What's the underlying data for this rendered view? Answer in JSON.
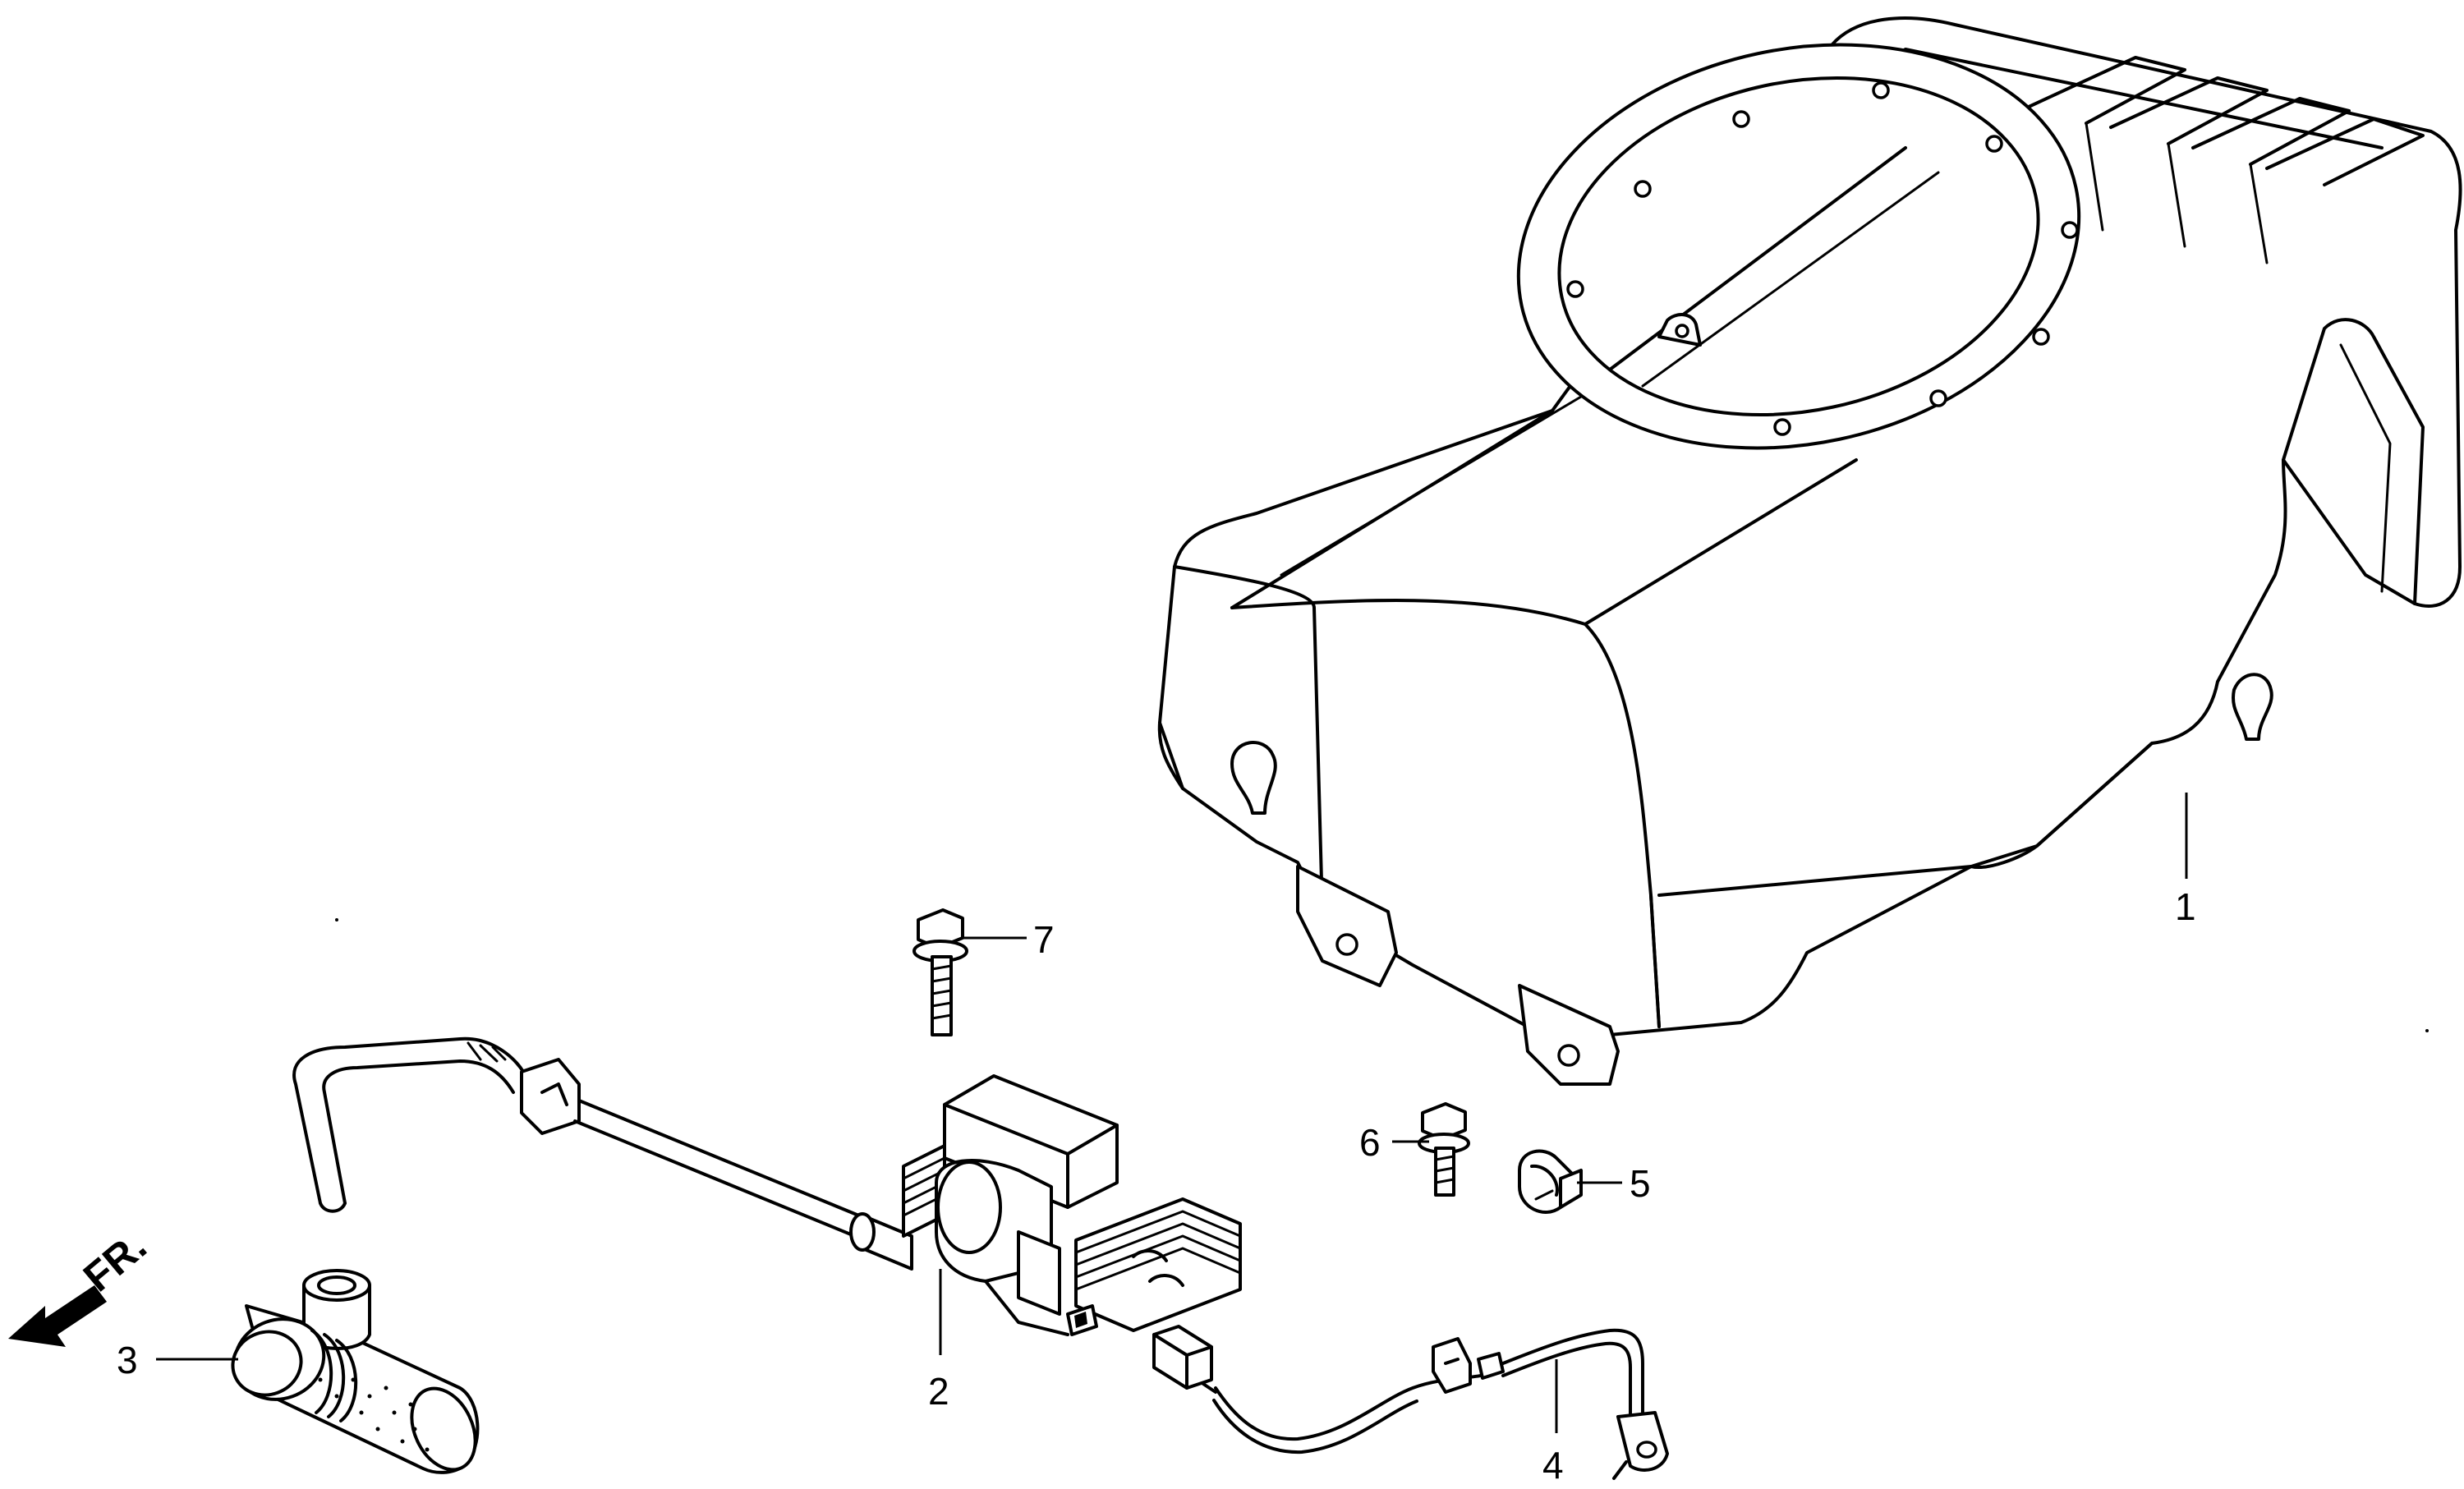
{
  "callouts": [
    {
      "label": "1",
      "part": "fan-cover"
    },
    {
      "label": "2",
      "part": "ignition-coil"
    },
    {
      "label": "3",
      "part": "spark-plug-cap"
    },
    {
      "label": "4",
      "part": "stop-switch-wire"
    },
    {
      "label": "5",
      "part": "wire-clamp"
    },
    {
      "label": "6",
      "part": "flange-bolt-small"
    },
    {
      "label": "7",
      "part": "flange-bolt-long"
    }
  ],
  "direction_marker": {
    "label": "FR.",
    "icon": "front-direction-arrow-icon"
  },
  "colors": {
    "line": "#000000",
    "background": "#ffffff"
  }
}
